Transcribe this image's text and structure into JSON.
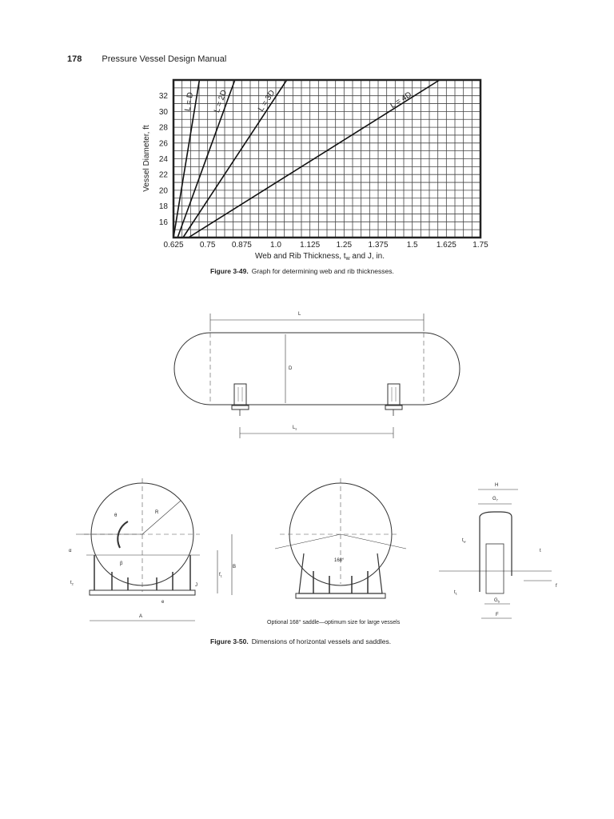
{
  "header": {
    "page_number": "178",
    "running_title": "Pressure Vessel Design Manual"
  },
  "figure_349": {
    "label": "Figure 3-49.",
    "caption": "Graph for determining web and rib thicknesses."
  },
  "chart_data": {
    "type": "line",
    "xlabel": "Web and Rib Thickness, t",
    "xlabel_sub": "w",
    "xlabel_tail": " and J, in.",
    "ylabel": "Vessel Diameter, ft",
    "xlim": [
      0.625,
      1.75
    ],
    "ylim": [
      14,
      34
    ],
    "x_ticks": [
      "0.625",
      "0.75",
      "0.875",
      "1.0",
      "1.125",
      "1.25",
      "1.375",
      "1.5",
      "1.625",
      "1.75"
    ],
    "x_tick_values": [
      0.625,
      0.75,
      0.875,
      1.0,
      1.125,
      1.25,
      1.375,
      1.5,
      1.625,
      1.75
    ],
    "y_ticks": [
      "16",
      "18",
      "20",
      "22",
      "24",
      "26",
      "28",
      "30",
      "32"
    ],
    "y_tick_values": [
      16,
      18,
      20,
      22,
      24,
      26,
      28,
      30,
      32
    ],
    "grid": true,
    "series": [
      {
        "name": "L = D",
        "x": [
          0.625,
          0.72
        ],
        "y": [
          14,
          34
        ]
      },
      {
        "name": "L = 2D",
        "x": [
          0.64,
          0.85
        ],
        "y": [
          14,
          34
        ]
      },
      {
        "name": "L = 3D",
        "x": [
          0.66,
          1.04
        ],
        "y": [
          14,
          34
        ]
      },
      {
        "name": "L = 4D",
        "x": [
          0.68,
          1.6
        ],
        "y": [
          14,
          34
        ]
      }
    ]
  },
  "figure_350": {
    "label": "Figure 3-50.",
    "caption": "Dimensions of horizontal vessels and saddles.",
    "sub_caption": "Optional 168° saddle—optimum size for large vessels",
    "dims": {
      "L": "L",
      "D": "D",
      "Ls": "L",
      "Ls_sub": "s",
      "theta": "θ",
      "beta": "β",
      "R": "R",
      "B": "B",
      "a": "α",
      "t2": "t",
      "t2_sub": "2",
      "J": "J",
      "e": "e",
      "A": "A",
      "f1": "f",
      "f1_sub": "1",
      "angle168": "168°",
      "H": "H",
      "G7": "G",
      "G7_sub": "7",
      "tw": "t",
      "tw_sub": "w",
      "t": "t",
      "t1": "t",
      "t1_sub": "1",
      "G5": "G",
      "G5_sub": "5",
      "F": "F",
      "f": "f"
    }
  }
}
